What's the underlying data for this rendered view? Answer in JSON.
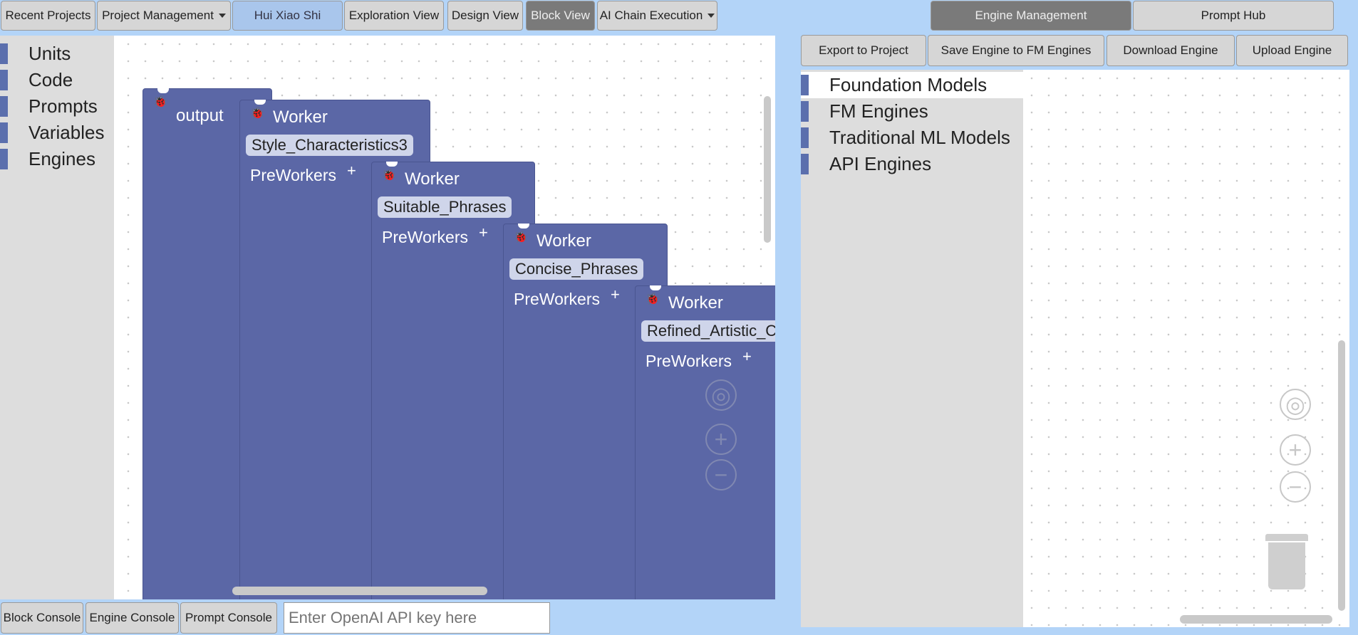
{
  "toolbar": {
    "recent_projects": "Recent Projects",
    "project_management": "Project Management",
    "project_name": "Hui Xiao Shi",
    "exploration_view": "Exploration View",
    "design_view": "Design View",
    "block_view": "Block View",
    "ai_chain_execution": "AI Chain Execution"
  },
  "right_tabs": {
    "engine_management": "Engine Management",
    "prompt_hub": "Prompt Hub"
  },
  "right_toolbar": {
    "export_to_project": "Export to Project",
    "save_engine": "Save Engine to FM Engines",
    "download_engine": "Download Engine",
    "upload_engine": "Upload Engine"
  },
  "left_toolbox": {
    "items": [
      "Units",
      "Code",
      "Prompts",
      "Variables",
      "Engines"
    ]
  },
  "right_toolbox": {
    "items": [
      "Foundation Models",
      "FM Engines",
      "Traditional ML Models",
      "API Engines"
    ]
  },
  "blocks": {
    "output_label": "output",
    "workers": [
      {
        "title": "Worker",
        "field": "Style_Characteristics3",
        "prework": "PreWorkers"
      },
      {
        "title": "Worker",
        "field": "Suitable_Phrases",
        "prework": "PreWorkers"
      },
      {
        "title": "Worker",
        "field": "Concise_Phrases",
        "prework": "PreWorkers"
      },
      {
        "title": "Worker",
        "field": "Refined_Artistic_C",
        "prework": "PreWorkers"
      }
    ]
  },
  "bottom": {
    "block_console": "Block Console",
    "engine_console": "Engine Console",
    "prompt_console": "Prompt Console",
    "api_placeholder": "Enter OpenAI API key here"
  },
  "colors": {
    "block": "#5b67a6",
    "category_bar": "#5b6fad",
    "background": "#b3d4f8"
  }
}
